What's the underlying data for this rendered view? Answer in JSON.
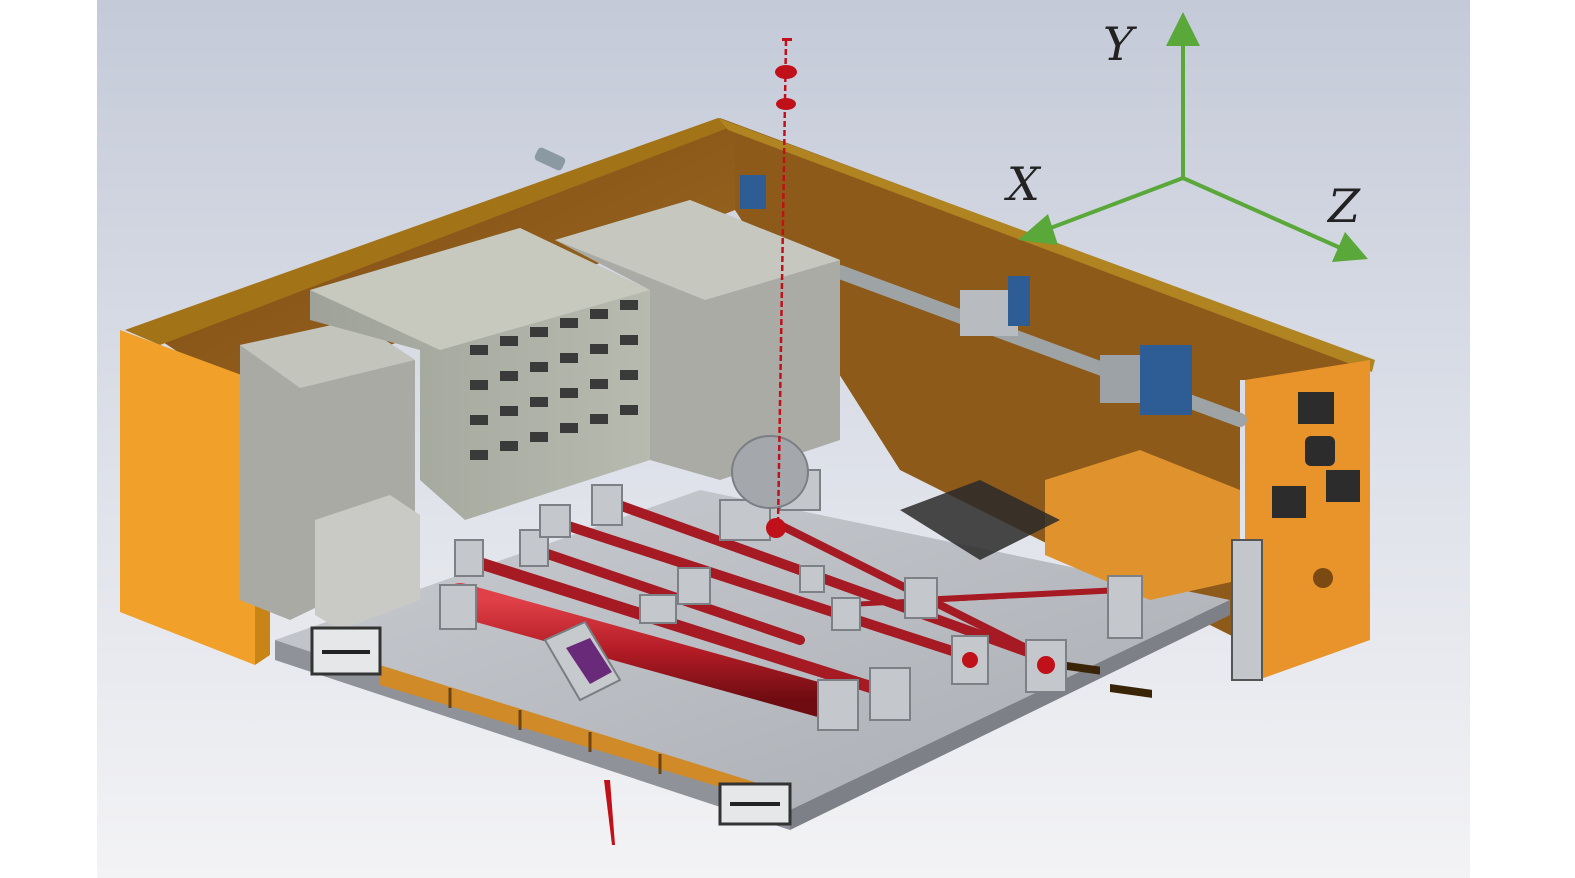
{
  "axes": {
    "y_label": "Y",
    "x_label": "X",
    "z_label": "Z",
    "color": "#5aa83a"
  },
  "colors": {
    "background_top": "#c9cfdc",
    "background_bottom": "#f2f2f4",
    "housing_wall": "#8a5a1a",
    "housing_rim": "#a87a1c",
    "side_panel": "#f2a530",
    "baseplate": "#b9bcc2",
    "tube": "#b0202a",
    "mount": "#c8ccd0",
    "electronics_box": "#a7aaa2",
    "beam": "#c0101a"
  }
}
